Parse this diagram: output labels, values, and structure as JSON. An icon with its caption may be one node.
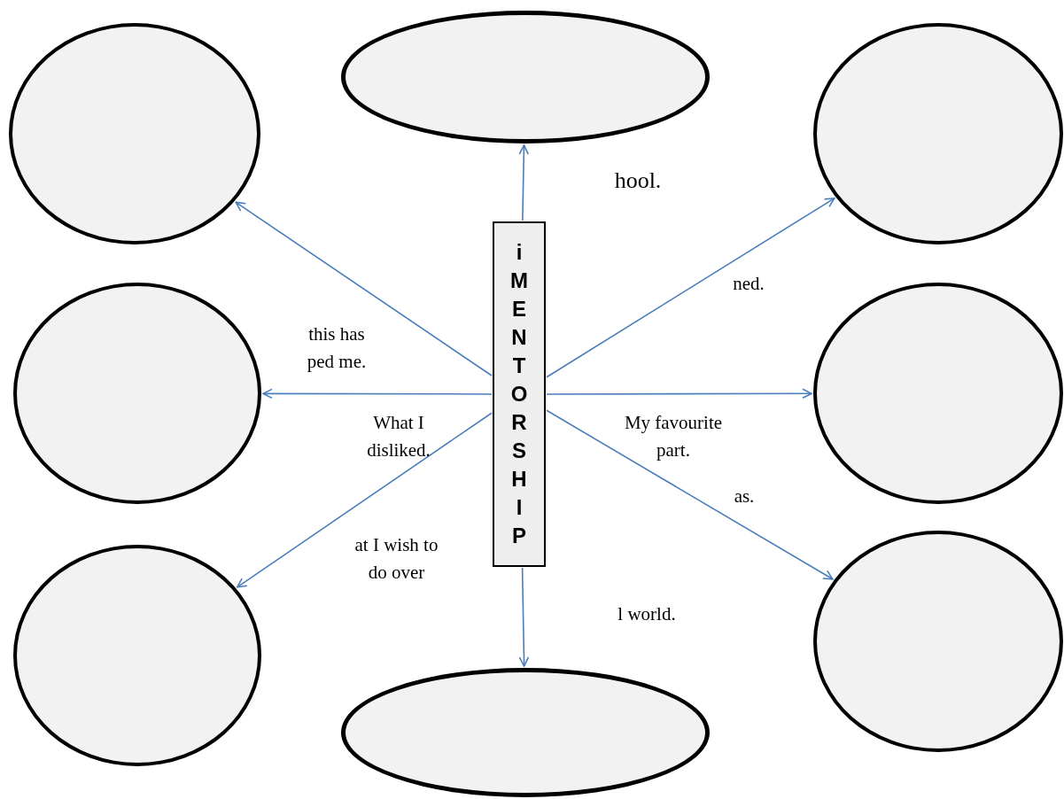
{
  "diagram": {
    "nodes": [
      {
        "text": [],
        "shape": "circle"
      },
      {
        "text": [],
        "shape": "ellipse"
      },
      {
        "text": [],
        "shape": "circle"
      },
      {
        "text": [],
        "shape": "circle"
      },
      {
        "text": [
          "iMENTORSHIP"
        ]
      },
      {
        "text": [],
        "shape": "circle"
      },
      {
        "text": [],
        "shape": "circle"
      },
      {
        "text": [],
        "shape": "circle"
      },
      {
        "text": [],
        "shape": "ellipse"
      }
    ],
    "edges": [
      {
        "from": 4,
        "to": 0,
        "arrow": "to"
      },
      {
        "from": 4,
        "to": 1,
        "arrow": "to"
      },
      {
        "from": 4,
        "to": 2,
        "arrow": "to"
      },
      {
        "from": 4,
        "to": 3,
        "arrow": "to"
      },
      {
        "from": 4,
        "to": 5,
        "arrow": "to"
      },
      {
        "from": 4,
        "to": 6,
        "arrow": "to"
      },
      {
        "from": 4,
        "to": 7,
        "arrow": "to"
      },
      {
        "from": 4,
        "to": 8,
        "arrow": "to"
      }
    ],
    "labels": [
      "hool.",
      "this has ped me.",
      "ned.",
      "What I disliked.",
      "My favourite part.",
      "at I wish to do over",
      "as.",
      "l world."
    ]
  }
}
